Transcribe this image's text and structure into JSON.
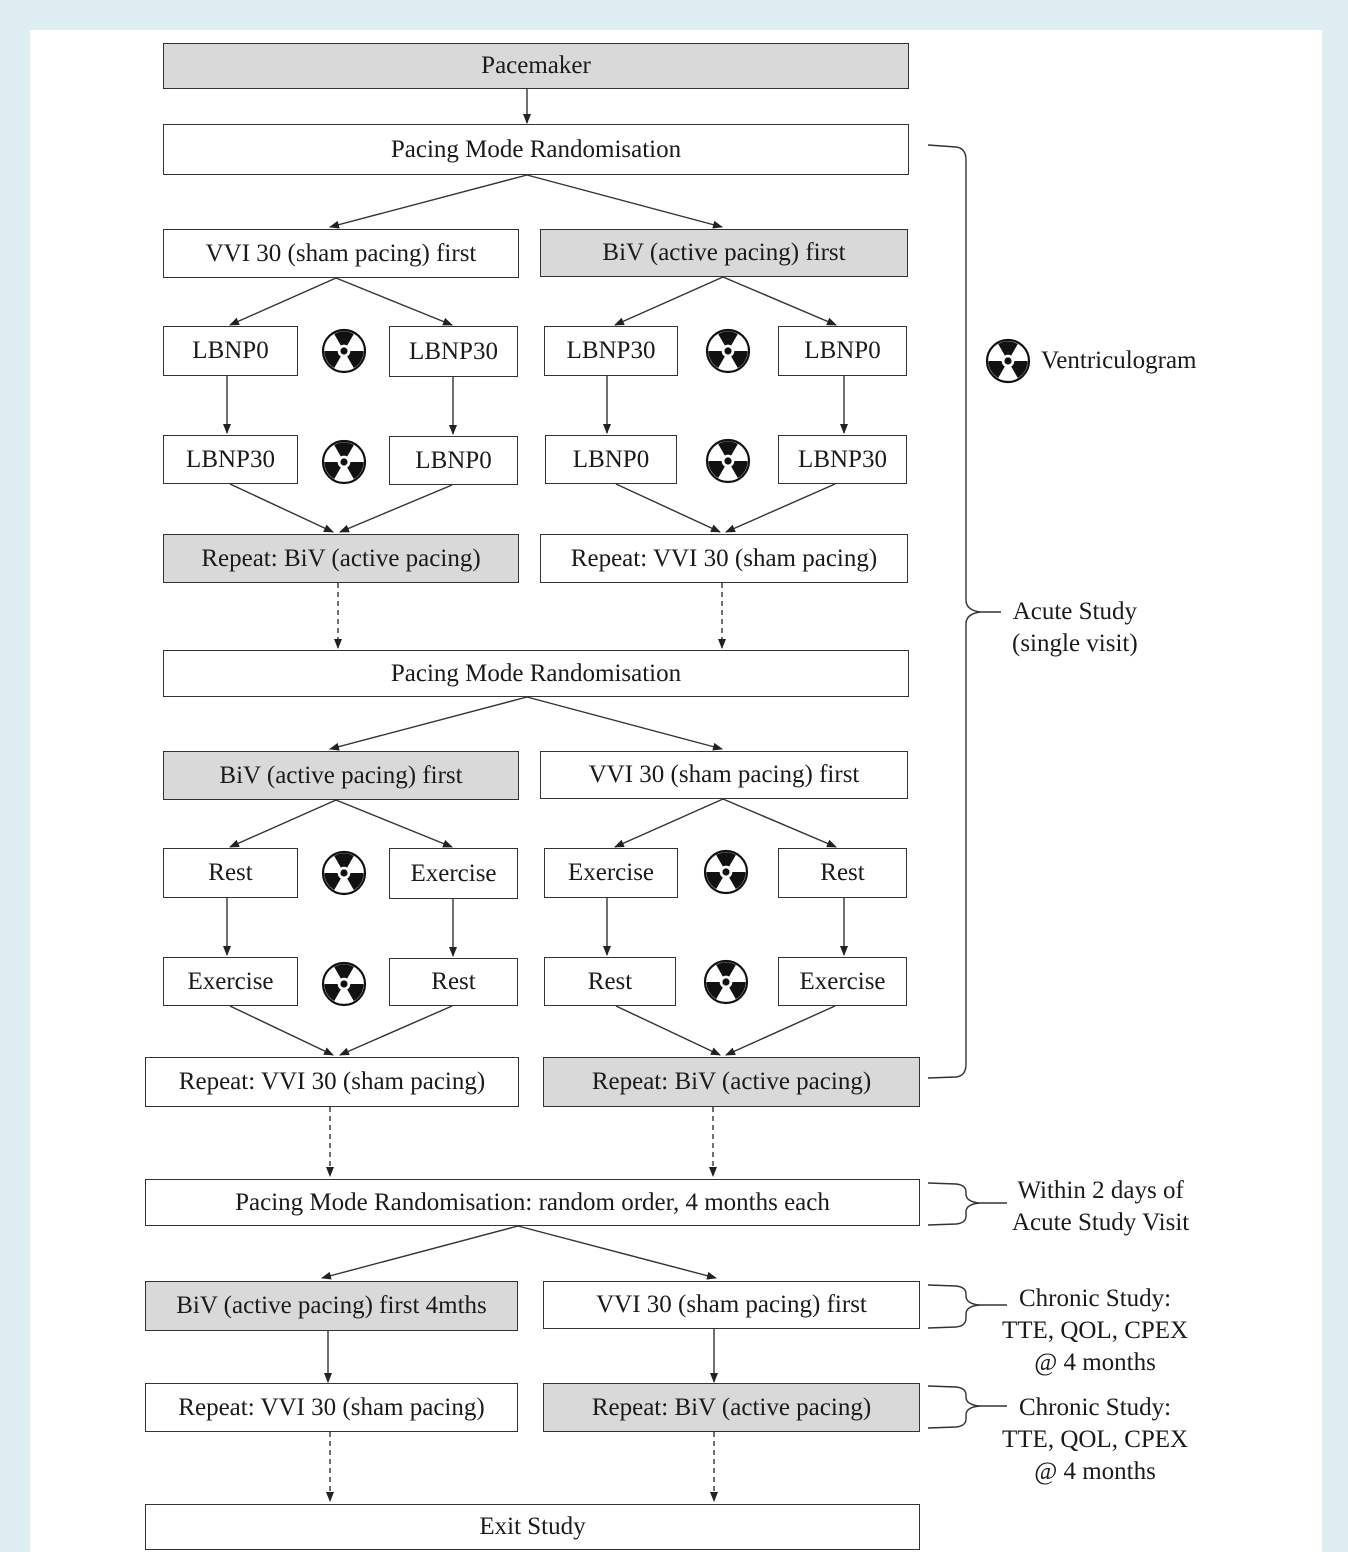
{
  "nodes": {
    "pacemaker": "Pacemaker",
    "rand1": "Pacing Mode Randomisation",
    "a_vvi_first": "VVI 30 (sham pacing)  first",
    "a_biv_first": "BiV (active pacing)  first",
    "a_l1a": "LBNP0",
    "a_l1b": "LBNP30",
    "a_l1c": "LBNP30",
    "a_l1d": "LBNP0",
    "a_l2a": "LBNP30",
    "a_l2b": "LBNP0",
    "a_l2c": "LBNP0",
    "a_l2d": "LBNP30",
    "a_rep_biv": "Repeat: BiV (active pacing)",
    "a_rep_vvi": "Repeat: VVI 30 (sham pacing)",
    "rand2": "Pacing Mode Randomisation",
    "b_biv_first": "BiV (active pacing)  first",
    "b_vvi_first": "VVI 30 (sham pacing)  first",
    "b_r1a": "Rest",
    "b_r1b": "Exercise",
    "b_r1c": "Exercise",
    "b_r1d": "Rest",
    "b_r2a": "Exercise",
    "b_r2b": "Rest",
    "b_r2c": "Rest",
    "b_r2d": "Exercise",
    "b_rep_vvi": "Repeat: VVI 30 (sham pacing)",
    "b_rep_biv": "Repeat: BiV (active pacing)",
    "rand3": "Pacing Mode Randomisation: random order, 4 months each",
    "c_biv_first": "BiV (active pacing)  first 4mths",
    "c_vvi_first": "VVI 30 (sham pacing)  first",
    "c_rep_vvi": "Repeat: VVI 30 (sham pacing)",
    "c_rep_biv": "Repeat: BiV (active pacing)",
    "exit": "Exit Study"
  },
  "legend": {
    "icon": "radiation-trefoil-icon",
    "label": "Ventriculogram"
  },
  "annotations": {
    "acute_line1": "Acute Study",
    "acute_line2": "(single visit)",
    "within_line1": "Within 2 days of",
    "within_line2": "Acute Study Visit",
    "chronic1_line1": "Chronic Study:",
    "chronic1_line2": "TTE, QOL, CPEX",
    "chronic1_line3": "@ 4 months",
    "chronic2_line1": "Chronic Study:",
    "chronic2_line2": "TTE, QOL, CPEX",
    "chronic2_line3": "@ 4 months"
  },
  "colors": {
    "shaded_fill": "#d9d9d9",
    "plain_fill": "#ffffff",
    "frame_bg": "#ddedf2",
    "stroke": "#333333"
  }
}
